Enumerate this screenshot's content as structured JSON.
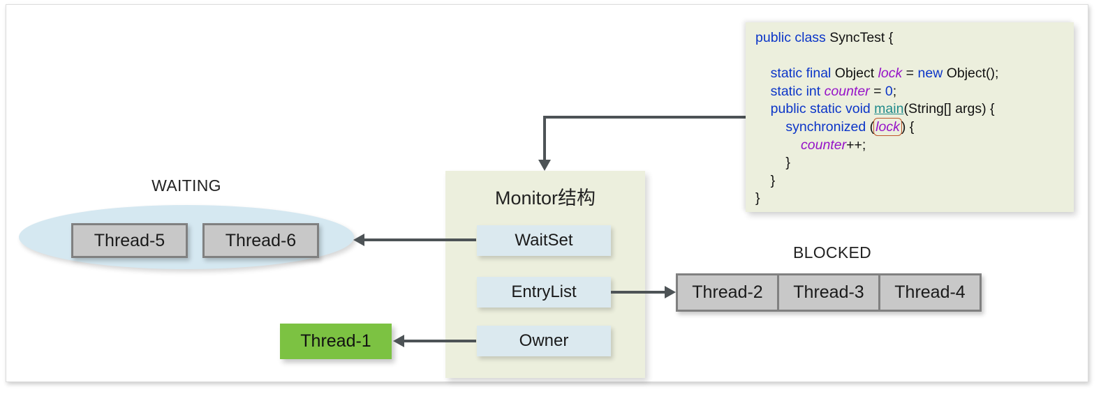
{
  "diagram": {
    "title": "Java Monitor / synchronized thread-state diagram",
    "colors": {
      "monitor_bg": "#ecefdd",
      "slot_bg": "#dbe9ef",
      "waiting_ellipse": "#d5e8f1",
      "thread_chip": "#c8c8c8",
      "thread_chip_border": "#808080",
      "owner_green": "#7cc242",
      "arrow": "#4d5356",
      "code_bg": "#ecefdd",
      "highlight_border": "#c0562a"
    }
  },
  "waiting": {
    "label": "WAITING",
    "threads": [
      {
        "name": "Thread-5"
      },
      {
        "name": "Thread-6"
      }
    ]
  },
  "blocked": {
    "label": "BLOCKED",
    "threads": [
      {
        "name": "Thread-2"
      },
      {
        "name": "Thread-3"
      },
      {
        "name": "Thread-4"
      }
    ]
  },
  "owner_thread": {
    "name": "Thread-1"
  },
  "monitor": {
    "title": "Monitor结构",
    "slots": [
      {
        "label": "WaitSet"
      },
      {
        "label": "EntryList"
      },
      {
        "label": "Owner"
      }
    ]
  },
  "code": {
    "language": "java",
    "highlighted_token": "lock",
    "lines": [
      {
        "indent": 0,
        "tokens": [
          {
            "t": "public class ",
            "c": "kw"
          },
          {
            "t": "SyncTest {",
            "c": "plain"
          }
        ]
      },
      {
        "indent": 0,
        "tokens": []
      },
      {
        "indent": 1,
        "tokens": [
          {
            "t": "static final ",
            "c": "kw"
          },
          {
            "t": "Object ",
            "c": "plain"
          },
          {
            "t": "lock",
            "c": "fld"
          },
          {
            "t": " = ",
            "c": "plain"
          },
          {
            "t": "new ",
            "c": "kw"
          },
          {
            "t": "Object();",
            "c": "plain"
          }
        ]
      },
      {
        "indent": 1,
        "tokens": [
          {
            "t": "static int ",
            "c": "kw"
          },
          {
            "t": "counter",
            "c": "fld"
          },
          {
            "t": " = ",
            "c": "plain"
          },
          {
            "t": "0",
            "c": "num"
          },
          {
            "t": ";",
            "c": "plain"
          }
        ]
      },
      {
        "indent": 1,
        "tokens": [
          {
            "t": "public static void ",
            "c": "kw"
          },
          {
            "t": "main",
            "c": "mth"
          },
          {
            "t": "(String[] args) {",
            "c": "plain"
          }
        ]
      },
      {
        "indent": 2,
        "tokens": [
          {
            "t": "synchronized ",
            "c": "kw"
          },
          {
            "t": "(",
            "c": "plain"
          },
          {
            "t": "lock",
            "c": "lock-hl"
          },
          {
            "t": ") {",
            "c": "plain"
          }
        ]
      },
      {
        "indent": 3,
        "tokens": [
          {
            "t": "counter",
            "c": "fld"
          },
          {
            "t": "++;",
            "c": "plain"
          }
        ]
      },
      {
        "indent": 2,
        "tokens": [
          {
            "t": "}",
            "c": "plain"
          }
        ]
      },
      {
        "indent": 1,
        "tokens": [
          {
            "t": "}",
            "c": "plain"
          }
        ]
      },
      {
        "indent": 0,
        "tokens": [
          {
            "t": "}",
            "c": "plain"
          }
        ]
      }
    ]
  },
  "arrows": [
    {
      "name": "lock-to-monitor",
      "from": "code.lock",
      "to": "monitor",
      "shape": "elbow-down"
    },
    {
      "name": "waitset-to-waiting",
      "from": "monitor.WaitSet",
      "to": "waiting",
      "shape": "left"
    },
    {
      "name": "entrylist-to-blocked",
      "from": "monitor.EntryList",
      "to": "blocked",
      "shape": "right"
    },
    {
      "name": "owner-to-thread1",
      "from": "monitor.Owner",
      "to": "owner_thread",
      "shape": "left"
    }
  ]
}
